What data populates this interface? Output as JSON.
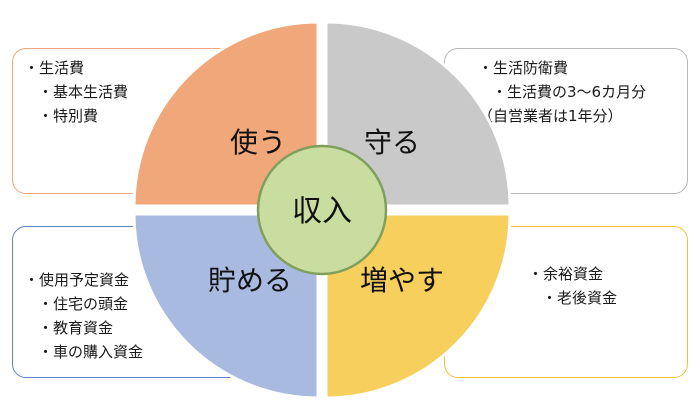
{
  "center": {
    "label": "収入"
  },
  "quadrants": {
    "top_left": {
      "label": "使う",
      "color": "#F0A77A"
    },
    "top_right": {
      "label": "守る",
      "color": "#C9C9C9"
    },
    "bottom_left": {
      "label": "貯める",
      "color": "#A9BAE0"
    },
    "bottom_right": {
      "label": "増やす",
      "color": "#F7CF5C"
    }
  },
  "boxes": {
    "top_left": {
      "border_color": "#F2A57A",
      "items": [
        "・生活費",
        "・基本生活費",
        "・特別費"
      ]
    },
    "top_right": {
      "border_color": "#B8B8B8",
      "items": [
        "・生活防衛費",
        "・生活費の3～6カ月分",
        "（自営業者は1年分）"
      ]
    },
    "bottom_left": {
      "border_color": "#5B82C7",
      "items": [
        "・使用予定資金",
        "・住宅の頭金",
        "・教育資金",
        "・車の購入資金"
      ]
    },
    "bottom_right": {
      "border_color": "#F2C43D",
      "items": [
        "・余裕資金",
        "・老後資金"
      ]
    }
  },
  "colors": {
    "center_fill": "#C9DDA0",
    "center_stroke": "#7FA05A"
  }
}
